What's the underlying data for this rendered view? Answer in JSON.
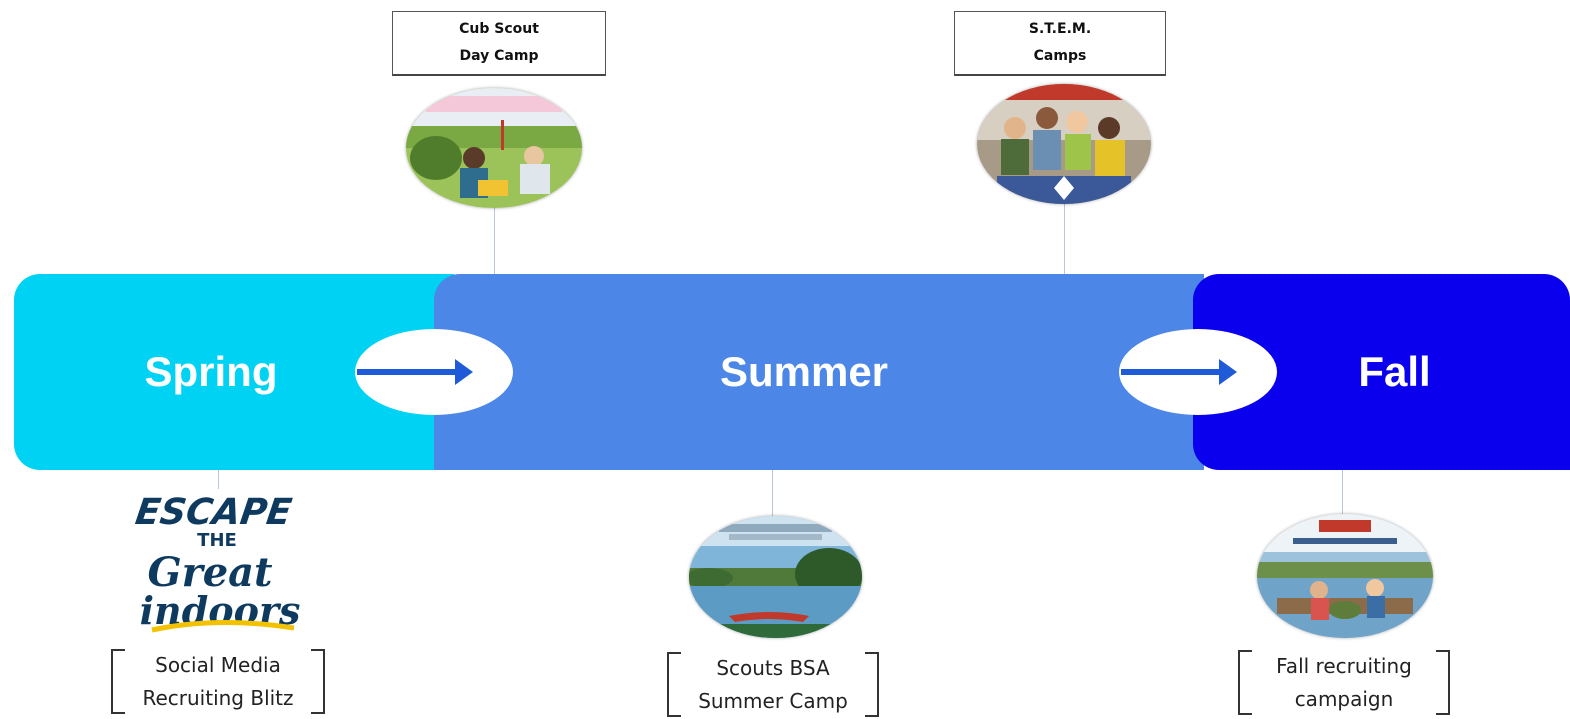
{
  "seasons": {
    "spring": "Spring",
    "summer": "Summer",
    "fall": "Fall"
  },
  "top_events": {
    "cub_scout": {
      "line1": "Cub Scout",
      "line2": "Day Camp"
    },
    "stem": {
      "line1": "S.T.E.M.",
      "line2": "Camps"
    }
  },
  "bottom_events": {
    "social_media": {
      "line1": "Social Media",
      "line2": "Recruiting Blitz"
    },
    "summer_camp": {
      "line1": "Scouts BSA",
      "line2": "Summer Camp"
    },
    "fall_recruiting": {
      "line1": "Fall recruiting",
      "line2": "campaign"
    }
  },
  "logo": {
    "line1": "ESCAPE",
    "line2": "THE",
    "line3": "Great",
    "line4": "indoors"
  },
  "colors": {
    "spring": "#00d2f4",
    "summer": "#4c86e6",
    "fall": "#0a00ee",
    "arrow": "#1f5bd8"
  },
  "icons": {
    "arrow": "arrow-right-icon"
  }
}
